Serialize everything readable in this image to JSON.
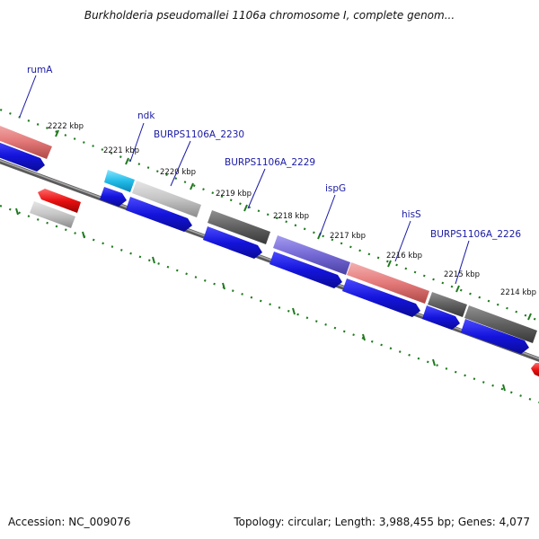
{
  "title": "Burkholderia pseudomallei 1106a chromosome I, complete genom...",
  "footer": {
    "accession": "Accession: NC_009076",
    "summary": "Topology: circular; Length: 3,988,455 bp; Genes: 4,077"
  },
  "colors": {
    "background": "#ffffff",
    "backbone": "#7a7a7a",
    "tick_dots": "#1e7a1e",
    "label_text": "#1a1aa6",
    "cds_blue": "#1414dc",
    "rrna_red": "#e81010",
    "gene_pink": "#e47a7a",
    "gene_light_gray": "#c4c4c4",
    "gene_dark_gray": "#606060",
    "gene_purple": "#7468d4",
    "gene_cyan": "#22bce8"
  },
  "scale": {
    "unit": "kbp",
    "ticks": [
      {
        "text": "2222 kbp"
      },
      {
        "text": "2221 kbp"
      },
      {
        "text": "2220 kbp"
      },
      {
        "text": "2219 kbp"
      },
      {
        "text": "2218 kbp"
      },
      {
        "text": "2217 kbp"
      },
      {
        "text": "2216 kbp"
      },
      {
        "text": "2215 kbp"
      },
      {
        "text": "2214 kbp"
      }
    ]
  },
  "gene_labels": [
    {
      "text": "rumA"
    },
    {
      "text": "ndk"
    },
    {
      "text": "BURPS1106A_2230"
    },
    {
      "text": "BURPS1106A_2229"
    },
    {
      "text": "ispG"
    },
    {
      "text": "hisS"
    },
    {
      "text": "BURPS1106A_2226"
    }
  ]
}
